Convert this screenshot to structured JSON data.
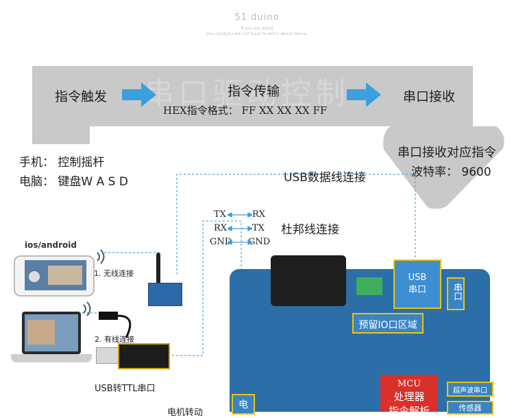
{
  "brand": {
    "title": "51 duino",
    "tagline_1": "If you are doing",
    "tagline_2": "your bestyou will not have to worry about failure."
  },
  "banner": {
    "watermark": "串口驱动控制",
    "step_1": "指令触发",
    "step_2": "指令传输",
    "step_2_sub": "HEX指令格式： FF XX XX XX FF",
    "step_3": "串口接收"
  },
  "receiver": {
    "line_1": "串口接收对应指令",
    "line_2": "波特率： 9600"
  },
  "controls": {
    "phone": "手机： 控制摇杆",
    "pc": "电脑： 键盘W A S D"
  },
  "links": {
    "usb_cable": "USB数据线连接",
    "dupont": "杜邦线连接",
    "wireless": "1. 无线连接",
    "wired": "2. 有线连接",
    "usb_ttl": "USB转TTL串口",
    "os": "ios/android"
  },
  "pins": [
    {
      "left": "TX",
      "right": "RX"
    },
    {
      "left": "RX",
      "right": "TX"
    },
    {
      "left": "GND",
      "right": "GND"
    }
  ],
  "board": {
    "usb_label": "USB\n串口",
    "serial_label": "串口",
    "reserve_io": "预留IO口区域",
    "mcu_1": "MCU",
    "mcu_2": "处理器",
    "mcu_3": "指令解析",
    "ultrasonic": "超声波串口",
    "sensor": "传感器",
    "motor": "电机转动",
    "power": "电"
  },
  "colors": {
    "arrow": "#3b9fe0",
    "banner": "#c9c9c9",
    "dashed": "#4aa3df",
    "board": "#2c6fa8",
    "mcu": "#d9302a",
    "highlight": "#f2c400"
  }
}
